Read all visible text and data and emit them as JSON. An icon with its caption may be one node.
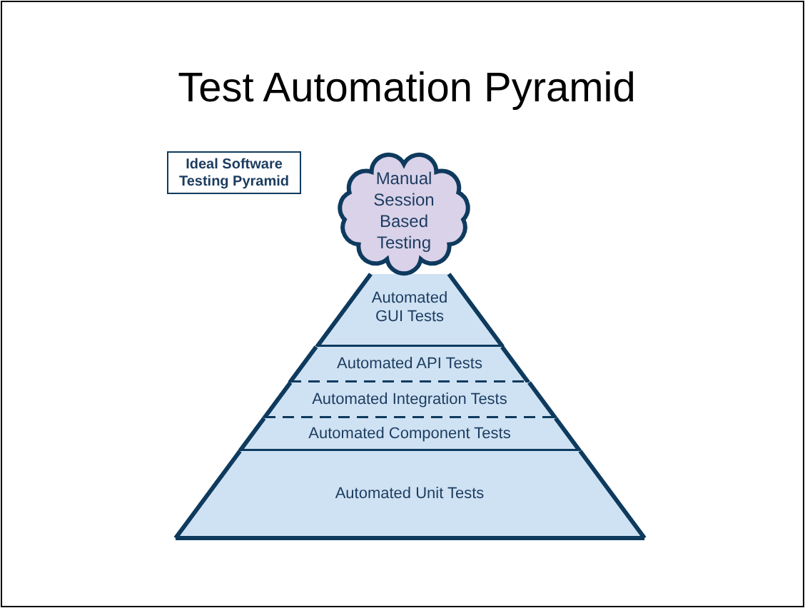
{
  "diagram": {
    "title": "Test Automation Pyramid",
    "nodes": [
      {
        "text": [
          "Ideal Software Testing Pyramid"
        ]
      },
      {
        "text": [
          "Manual Session Based Testing"
        ]
      },
      {
        "text": [
          "Automated GUI Tests"
        ]
      },
      {
        "text": [
          "Automated API Tests"
        ]
      },
      {
        "text": [
          "Automated Integration Tests"
        ]
      },
      {
        "text": [
          "Automated Component Tests"
        ]
      },
      {
        "text": [
          "Automated Unit Tests"
        ]
      }
    ]
  }
}
